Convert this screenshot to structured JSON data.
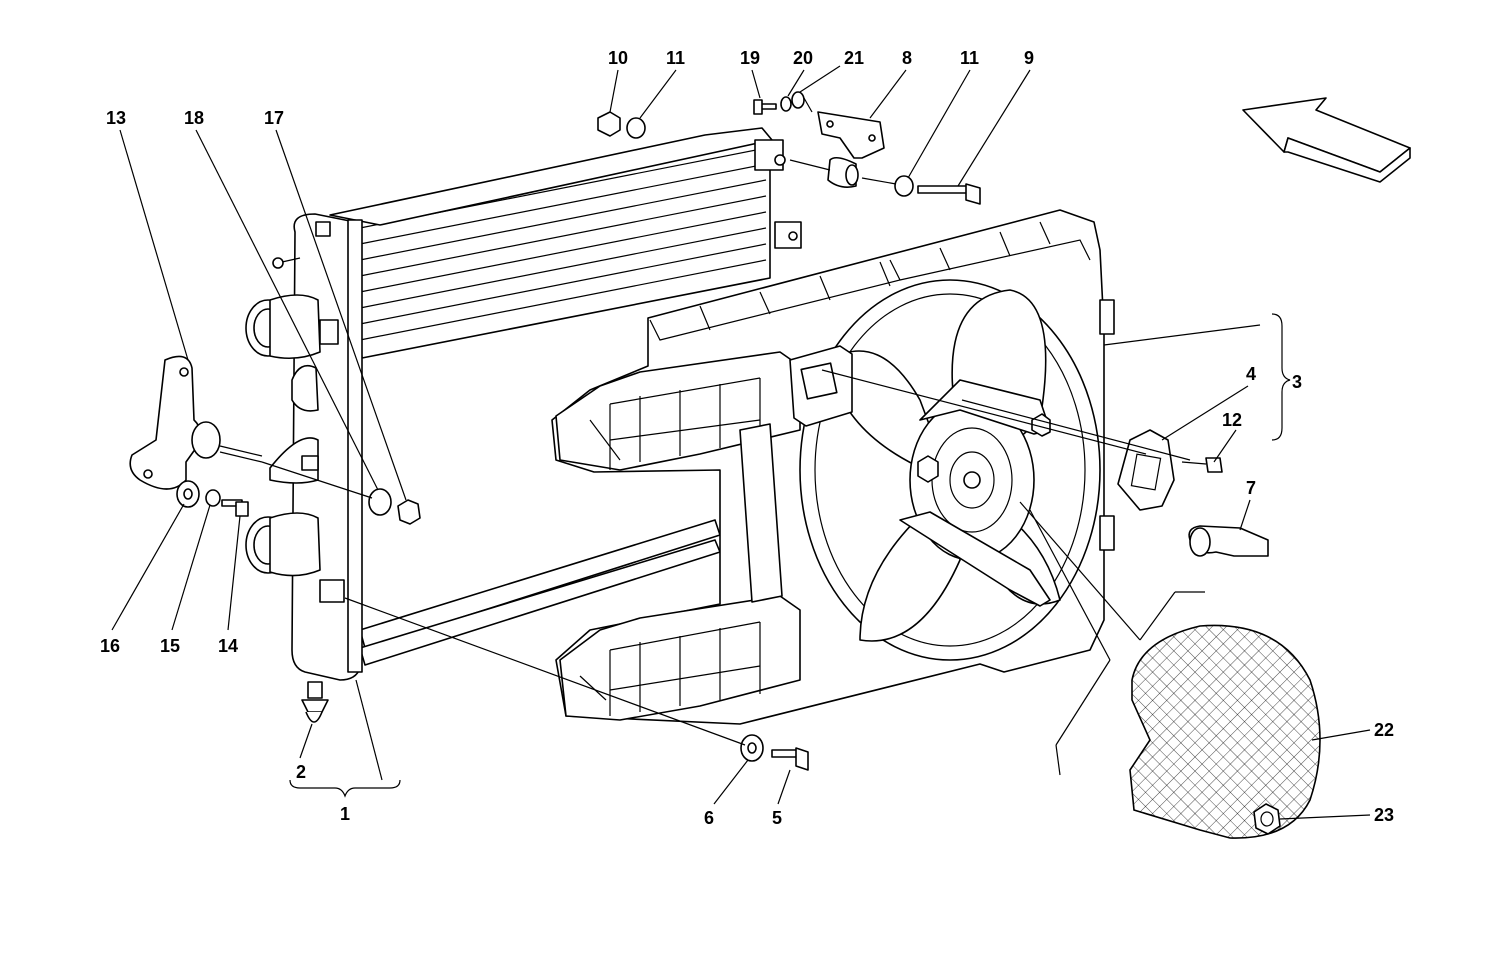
{
  "diagram": {
    "colors": {
      "line": "#000000",
      "fill": "#ffffff",
      "background": "#ffffff"
    },
    "labels": [
      {
        "id": "10",
        "text": "10"
      },
      {
        "id": "11a",
        "text": "11"
      },
      {
        "id": "19",
        "text": "19"
      },
      {
        "id": "20",
        "text": "20"
      },
      {
        "id": "21",
        "text": "21"
      },
      {
        "id": "8",
        "text": "8"
      },
      {
        "id": "11b",
        "text": "11"
      },
      {
        "id": "9",
        "text": "9"
      },
      {
        "id": "13",
        "text": "13"
      },
      {
        "id": "18",
        "text": "18"
      },
      {
        "id": "17",
        "text": "17"
      },
      {
        "id": "4",
        "text": "4"
      },
      {
        "id": "3",
        "text": "3"
      },
      {
        "id": "12",
        "text": "12"
      },
      {
        "id": "7",
        "text": "7"
      },
      {
        "id": "16",
        "text": "16"
      },
      {
        "id": "15",
        "text": "15"
      },
      {
        "id": "14",
        "text": "14"
      },
      {
        "id": "2",
        "text": "2"
      },
      {
        "id": "1",
        "text": "1"
      },
      {
        "id": "6",
        "text": "6"
      },
      {
        "id": "5",
        "text": "5"
      },
      {
        "id": "22",
        "text": "22"
      },
      {
        "id": "23",
        "text": "23"
      }
    ]
  }
}
